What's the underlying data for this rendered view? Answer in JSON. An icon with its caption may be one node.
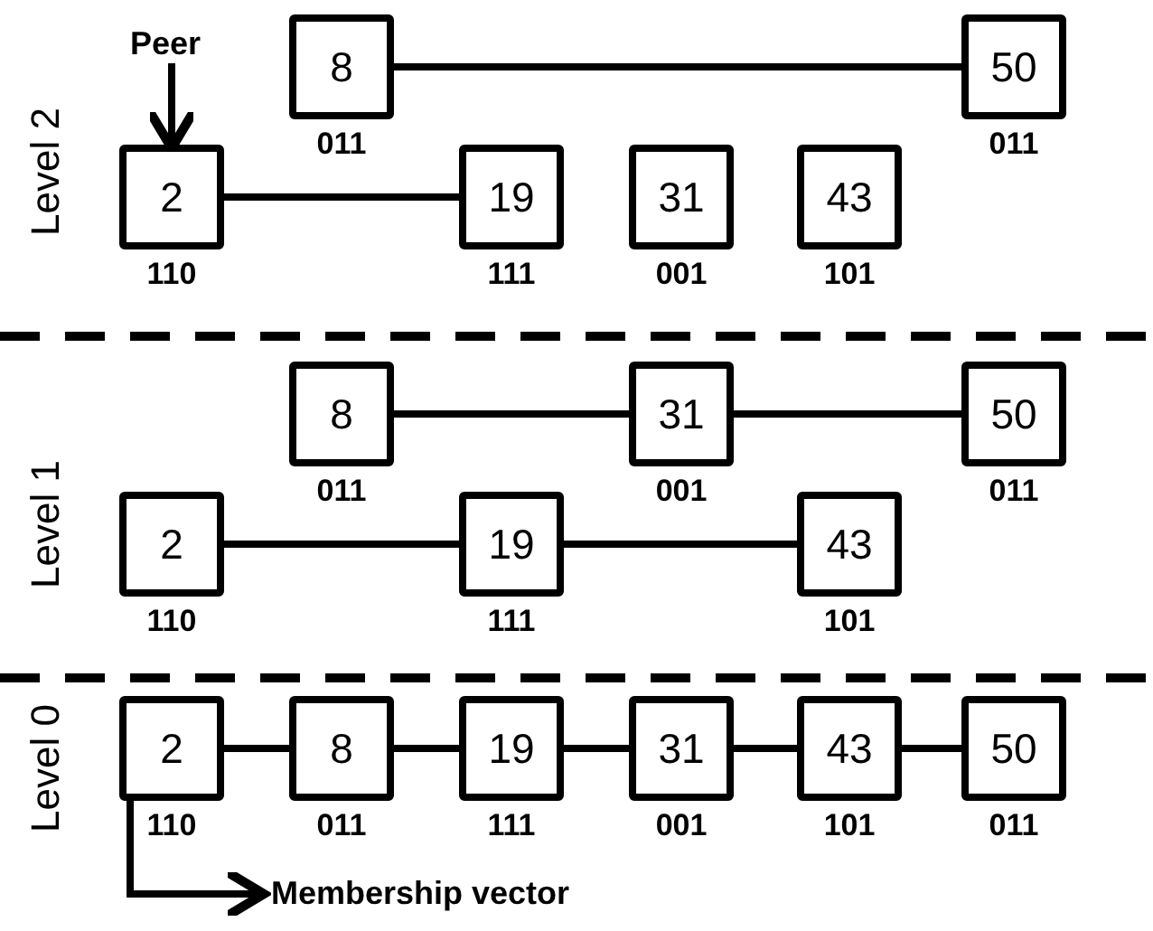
{
  "diagram": {
    "nodes": [
      {
        "text": [
          "Peer"
        ]
      },
      {
        "text": [
          "8"
        ],
        "beside": [
          "011"
        ]
      },
      {
        "text": [
          "50"
        ],
        "beside": [
          "011"
        ]
      },
      {
        "text": [
          "2"
        ],
        "beside": [
          "110"
        ]
      },
      {
        "text": [
          "19"
        ],
        "beside": [
          "111"
        ]
      },
      {
        "text": [
          "31"
        ],
        "beside": [
          "001"
        ]
      },
      {
        "text": [
          "43"
        ],
        "beside": [
          "101"
        ]
      },
      {
        "text": [
          "8"
        ],
        "beside": [
          "011"
        ]
      },
      {
        "text": [
          "31"
        ],
        "beside": [
          "001"
        ]
      },
      {
        "text": [
          "50"
        ],
        "beside": [
          "011"
        ]
      },
      {
        "text": [
          "2"
        ],
        "beside": [
          "110"
        ]
      },
      {
        "text": [
          "19"
        ],
        "beside": [
          "111"
        ]
      },
      {
        "text": [
          "43"
        ],
        "beside": [
          "101"
        ]
      },
      {
        "text": [
          "2"
        ],
        "beside": [
          "110"
        ]
      },
      {
        "text": [
          "8"
        ],
        "beside": [
          "011"
        ]
      },
      {
        "text": [
          "19"
        ],
        "beside": [
          "111"
        ]
      },
      {
        "text": [
          "31"
        ],
        "beside": [
          "001"
        ]
      },
      {
        "text": [
          "43"
        ],
        "beside": [
          "101"
        ]
      },
      {
        "text": [
          "50"
        ],
        "beside": [
          "011"
        ]
      },
      {
        "text": [
          "Membership vector"
        ]
      }
    ],
    "edges": [
      {
        "from": 0,
        "to": 3,
        "arrow": "to"
      },
      {
        "from": 1,
        "to": 2,
        "arrow": "none"
      },
      {
        "from": 3,
        "to": 4,
        "arrow": "none"
      },
      {
        "from": 7,
        "to": 8,
        "arrow": "none"
      },
      {
        "from": 8,
        "to": 9,
        "arrow": "none"
      },
      {
        "from": 10,
        "to": 11,
        "arrow": "none"
      },
      {
        "from": 11,
        "to": 12,
        "arrow": "none"
      },
      {
        "from": 13,
        "to": 14,
        "arrow": "none"
      },
      {
        "from": 14,
        "to": 15,
        "arrow": "none"
      },
      {
        "from": 15,
        "to": 16,
        "arrow": "none"
      },
      {
        "from": 16,
        "to": 17,
        "arrow": "none"
      },
      {
        "from": 17,
        "to": 18,
        "arrow": "none"
      },
      {
        "from": 13,
        "to": 19,
        "arrow": "to"
      }
    ],
    "labels": [
      "Level 2",
      "Level 1",
      "Level 0"
    ]
  }
}
